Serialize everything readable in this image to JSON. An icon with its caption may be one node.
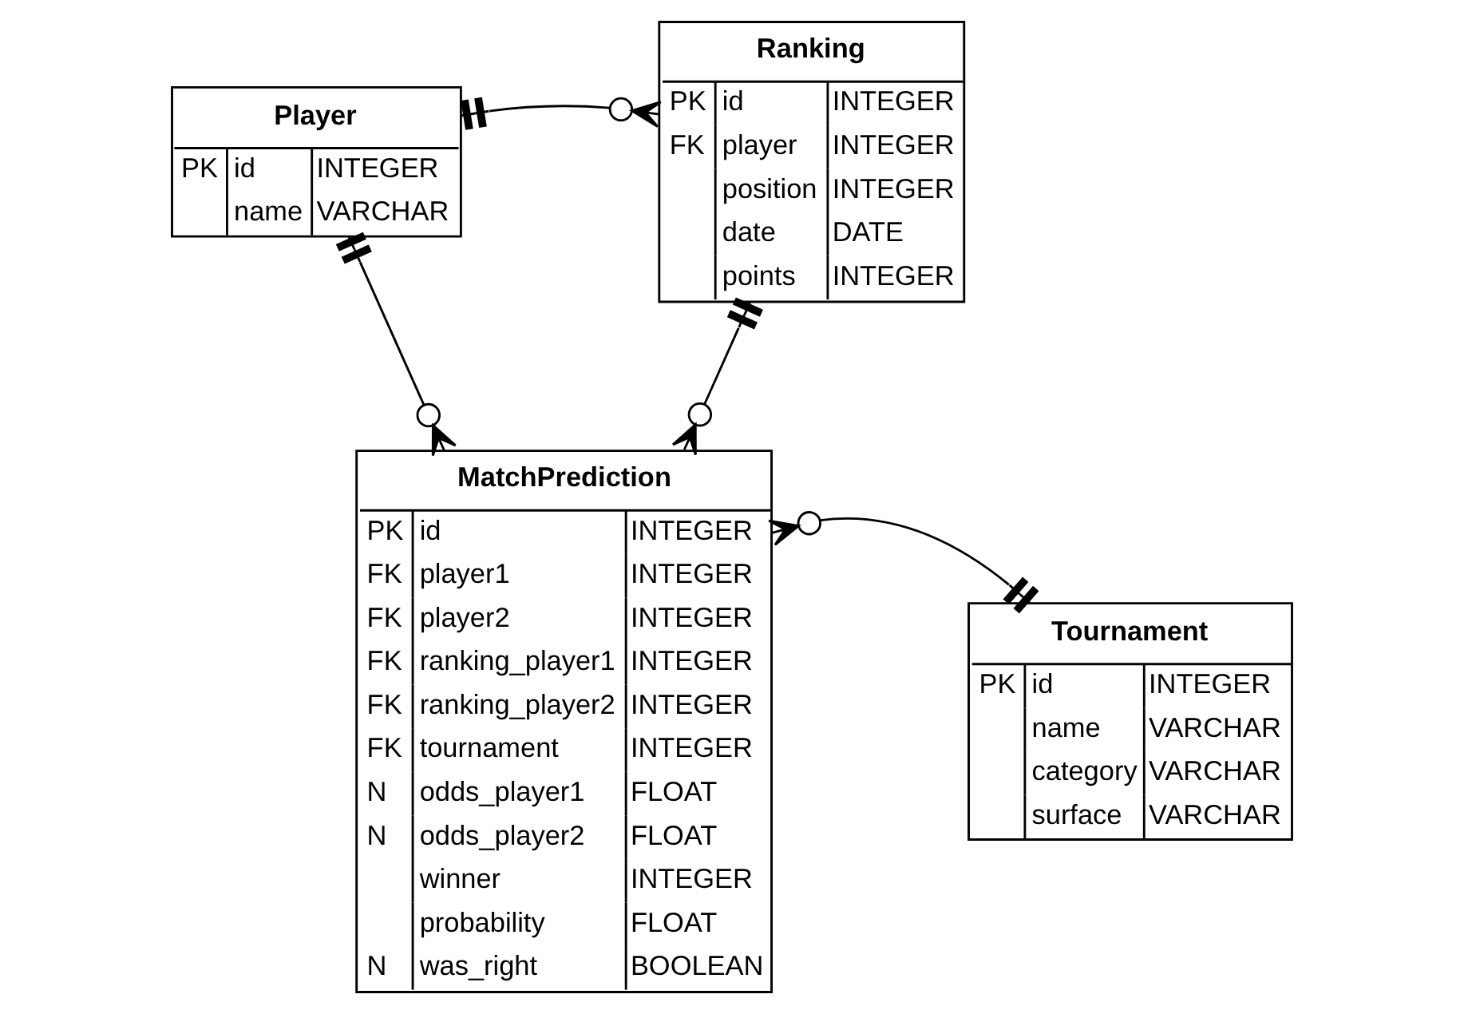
{
  "diagram": {
    "nodes": [
      {
        "text": [
          "Player",
          "PK id INTEGER",
          "name VARCHAR"
        ]
      },
      {
        "text": [
          "Ranking",
          "PK id INTEGER",
          "FK player INTEGER",
          "position INTEGER",
          "date DATE",
          "points INTEGER"
        ]
      },
      {
        "text": [
          "MatchPrediction",
          "PK id INTEGER",
          "FK player1 INTEGER",
          "FK player2 INTEGER",
          "FK ranking_player1 INTEGER",
          "FK ranking_player2 INTEGER",
          "FK tournament INTEGER",
          "N odds_player1 FLOAT",
          "N odds_player2 FLOAT",
          "winner INTEGER",
          "probability FLOAT",
          "N was_right BOOLEAN"
        ]
      },
      {
        "text": [
          "Tournament",
          "PK id INTEGER",
          "name VARCHAR",
          "category VARCHAR",
          "surface VARCHAR"
        ]
      }
    ],
    "edges": [
      {
        "from": 0,
        "to": 1,
        "arrow": "other"
      },
      {
        "from": 0,
        "to": 2,
        "arrow": "other"
      },
      {
        "from": 1,
        "to": 2,
        "arrow": "other"
      },
      {
        "from": 3,
        "to": 2,
        "arrow": "other"
      }
    ]
  }
}
